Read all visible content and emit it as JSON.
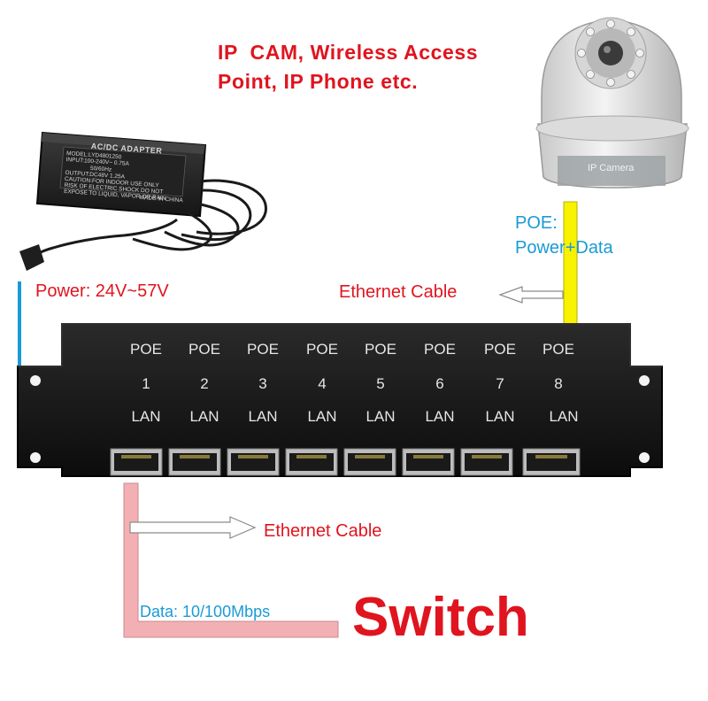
{
  "headline": {
    "line1": "IP  CAM, Wireless Access",
    "line2": "Point, IP Phone etc."
  },
  "adapter": {
    "title": "AC/DC ADAPTER",
    "text_lines": [
      "MODEL:LYD4801250",
      "INPUT:100-240V~ 0.75A",
      "50/60Hz",
      "OUTPUT:DC48V 1.25A",
      "CAUTION:FOR INDOOR USE ONLY",
      "RISK OF ELECTRIC SHOCK DO NOT",
      "EXPOSE TO LIQUID, VAPOR OR RAIN"
    ],
    "made_in": "MADE IN CHINA"
  },
  "camera": {
    "label": "IP Camera"
  },
  "labels": {
    "power": "Power: 24V~57V",
    "poe_line1": "POE:",
    "poe_line2": "Power+Data",
    "ethernet_top": "Ethernet Cable",
    "ethernet_bottom": "Ethernet Cable",
    "data": "Data: 10/100Mbps",
    "switch": "Switch"
  },
  "ports": [
    {
      "poe": "POE",
      "num": "1",
      "lan": "LAN"
    },
    {
      "poe": "POE",
      "num": "2",
      "lan": "LAN"
    },
    {
      "poe": "POE",
      "num": "3",
      "lan": "LAN"
    },
    {
      "poe": "POE",
      "num": "4",
      "lan": "LAN"
    },
    {
      "poe": "POE",
      "num": "5",
      "lan": "LAN"
    },
    {
      "poe": "POE",
      "num": "6",
      "lan": "LAN"
    },
    {
      "poe": "POE",
      "num": "7",
      "lan": "LAN"
    },
    {
      "poe": "POE",
      "num": "8",
      "lan": "LAN"
    }
  ],
  "colors": {
    "label_red": "#e0141e",
    "label_blue": "#1a9ad6",
    "poe_cable_yellow": "#f7f200",
    "data_cable_pink": "#f3b0b4",
    "power_line_blue": "#1a9ad6",
    "panel_black": "#141414"
  }
}
